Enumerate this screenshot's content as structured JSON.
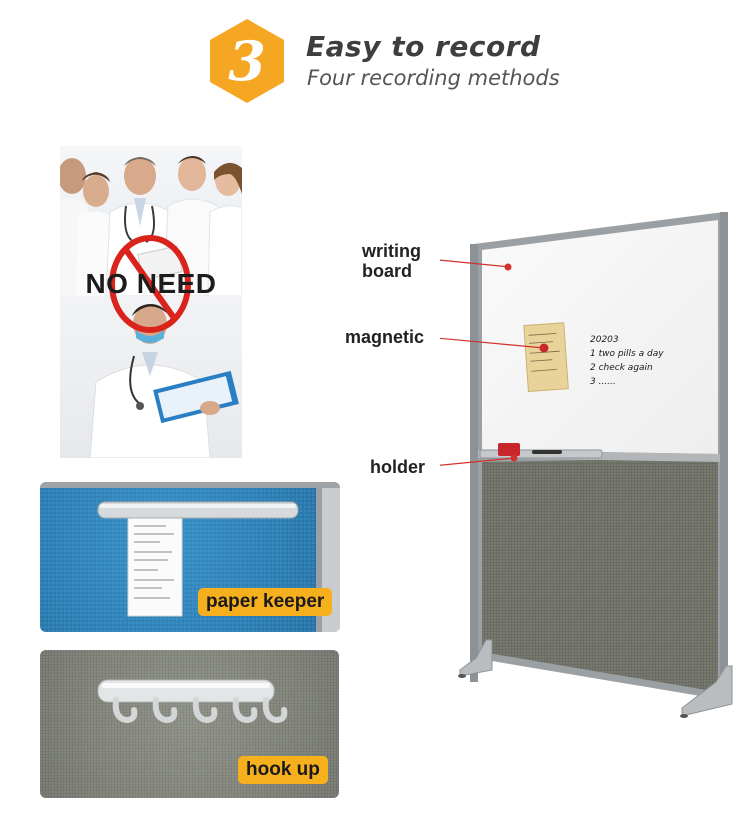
{
  "header": {
    "badge_number": "3",
    "title": "Easy to record",
    "subtitle": "Four recording methods"
  },
  "photo_panel": {
    "overlay_text": "NO NEED"
  },
  "features": {
    "paper_keeper_label": "paper keeper",
    "hook_label": "hook up"
  },
  "board": {
    "callouts": {
      "writing_board": [
        "writing",
        "board"
      ],
      "magnetic": "magnetic",
      "holder": "holder"
    },
    "handwriting": [
      "20203",
      "1 two pills a day",
      "2 check again",
      "3 ......"
    ]
  },
  "colors": {
    "badge": "#f5a623",
    "pill": "#f6b01e",
    "callout_line": "#d0312d",
    "fabric_blue": "#2f82b8",
    "fabric_gray": "#7c7f76",
    "panel_fabric": "#707268"
  }
}
